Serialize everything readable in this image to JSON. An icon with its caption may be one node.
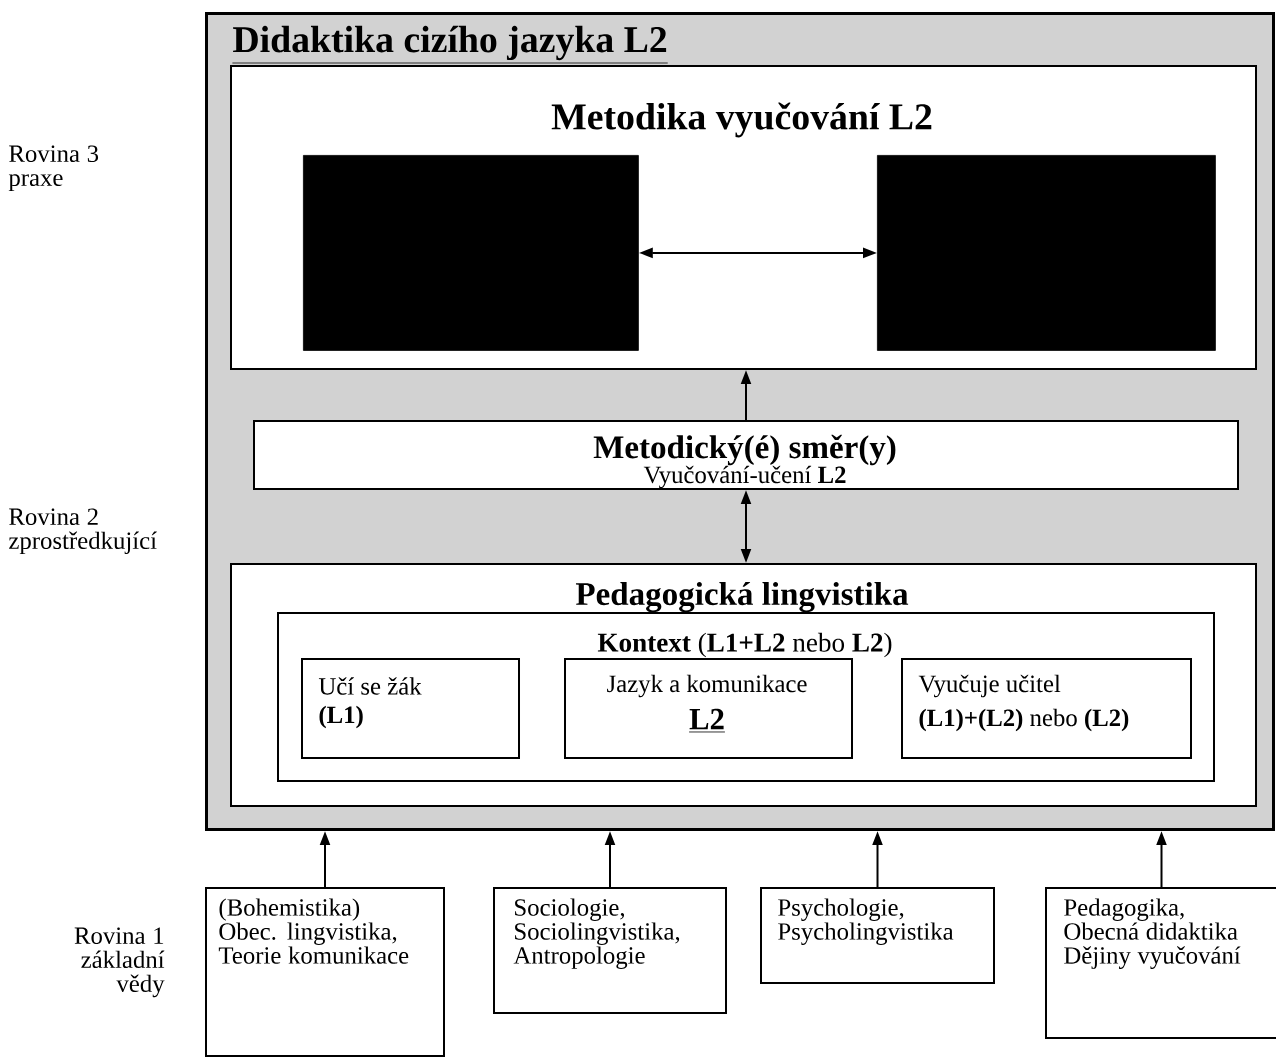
{
  "diagram": {
    "nodes": [
      {
        "text": [
          "Didaktika cizího jazyka L2"
        ]
      },
      {
        "text": [
          "Metodika vyučování L2"
        ],
        "in": 0
      },
      {
        "text": [],
        "shape": "box",
        "in": 1
      },
      {
        "text": [],
        "shape": "box",
        "in": 1
      },
      {
        "text": [
          "Metodický(é) směr(y)",
          "Vyučování-učení **L2**"
        ],
        "in": 0
      },
      {
        "text": [
          "Pedagogická lingvistika"
        ],
        "in": 0
      },
      {
        "text": [
          "**Kontext** (**L1+L2** nebo **L2**)"
        ],
        "in": 5
      },
      {
        "text": [
          "Učí se žák",
          "(L1)"
        ],
        "in": 6
      },
      {
        "text": [
          "Jazyk a komunikace",
          "L2"
        ],
        "in": 6
      },
      {
        "text": [
          "Vyučuje učitel",
          "**(L1)+(L2)** nebo **(L2)**"
        ],
        "in": 6
      },
      {
        "text": [
          "(Bohemistika) Obec. lingvistika, Teorie komunikace"
        ]
      },
      {
        "text": [
          "Sociologie, Sociolingvistika, Antropologie"
        ]
      },
      {
        "text": [
          "Psychologie, Psycholingvistika"
        ]
      },
      {
        "text": [
          "Pedagogika, Obecná didaktika Dějiny vyučování"
        ]
      }
    ],
    "edges": [
      {
        "from": 2,
        "to": 3,
        "arrow": "both"
      },
      {
        "from": 4,
        "to": 1,
        "arrow": "to"
      },
      {
        "from": 4,
        "to": 5,
        "arrow": "both"
      },
      {
        "from": 10,
        "to": 0,
        "arrow": "to"
      },
      {
        "from": 11,
        "to": 0,
        "arrow": "to"
      },
      {
        "from": 12,
        "to": 0,
        "arrow": "to"
      },
      {
        "from": 13,
        "to": 0,
        "arrow": "to"
      }
    ],
    "labels": [
      "Rovina 3 praxe",
      "Rovina 2 zprostředkující",
      "Rovina 1 základní vědy"
    ]
  }
}
